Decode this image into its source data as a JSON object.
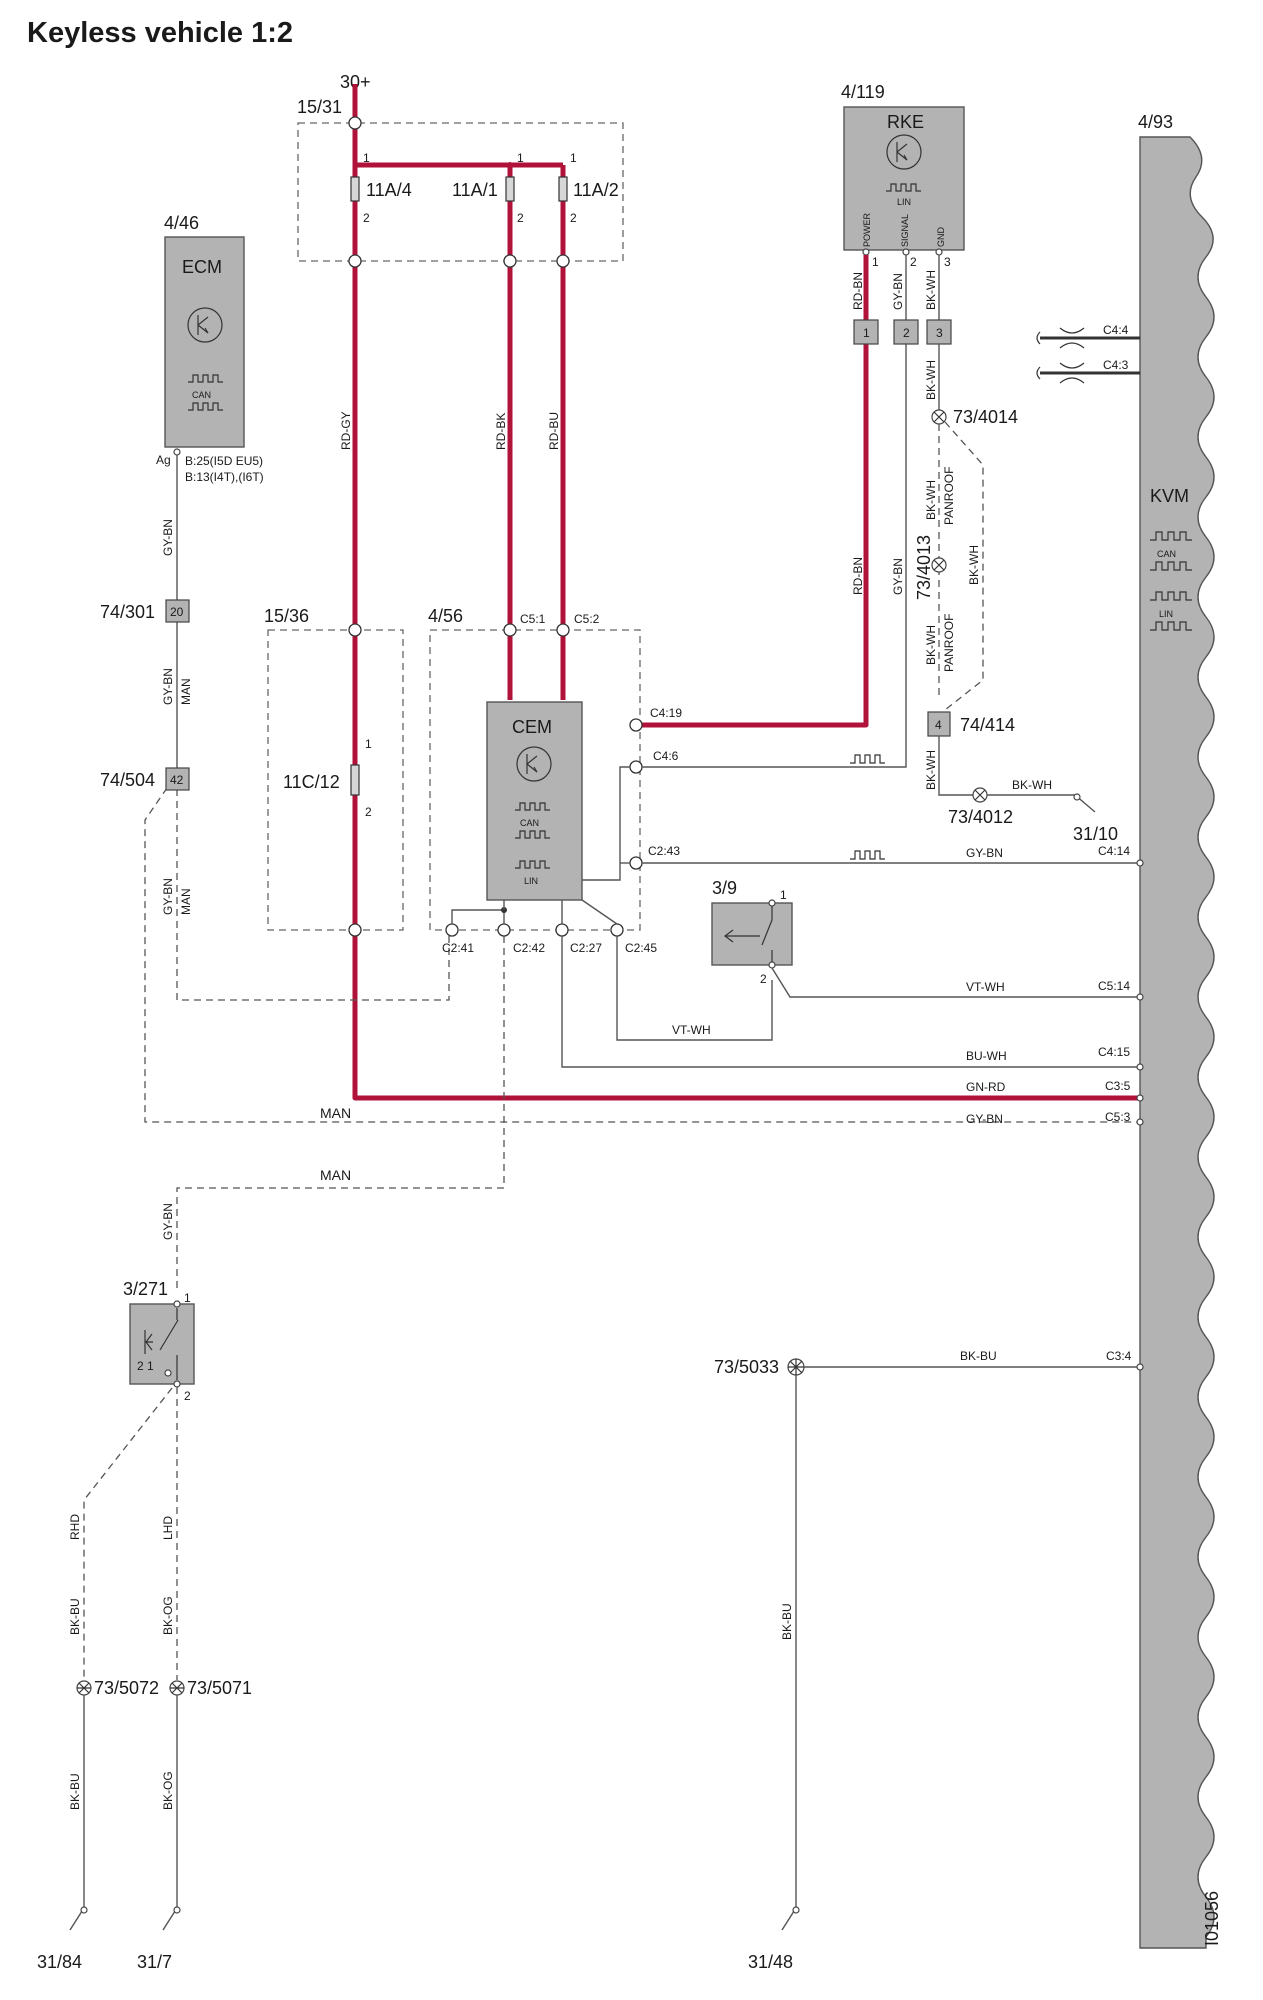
{
  "title": "Keyless vehicle 1:2",
  "figure_id": "I01056",
  "supply": "30+",
  "fuse_box_15_31": {
    "id": "15/31",
    "fuses": [
      "11A/4",
      "11A/1",
      "11A/2"
    ]
  },
  "fuse_box_15_36": {
    "id": "15/36",
    "fuse": "11C/12"
  },
  "ecm": {
    "id": "4/46",
    "name": "ECM",
    "bus": "CAN",
    "pin": "Ag",
    "pin_notes": [
      "B:25(I5D EU5)",
      "B:13(I4T),(I6T)"
    ]
  },
  "rke": {
    "id": "4/119",
    "name": "RKE",
    "bus": "LIN",
    "pins": [
      "POWER",
      "SIGNAL",
      "GND"
    ],
    "connector": [
      "1",
      "2",
      "3"
    ]
  },
  "kvm": {
    "id": "4/93",
    "name": "KVM",
    "buses": [
      "CAN",
      "LIN"
    ]
  },
  "cem": {
    "id": "4/56",
    "name": "CEM",
    "buses": [
      "CAN",
      "LIN"
    ],
    "top_pins": [
      "C5:1",
      "C5:2"
    ],
    "side_pins": [
      "C4:19",
      "C4:6",
      "C2:43"
    ],
    "bottom_pins": [
      "C2:41",
      "C2:42",
      "C2:27",
      "C2:45"
    ]
  },
  "switch_3_9": {
    "id": "3/9"
  },
  "switch_3_271": {
    "id": "3/271"
  },
  "connectors": {
    "c_74_301": {
      "id": "74/301",
      "pin": "20"
    },
    "c_74_504": {
      "id": "74/504",
      "pin": "42"
    },
    "c_74_414": {
      "id": "74/414",
      "pin": "4"
    }
  },
  "splices": [
    "73/4014",
    "73/4013",
    "73/4012",
    "73/5033",
    "73/5072",
    "73/5071"
  ],
  "grounds": [
    "31/10",
    "31/84",
    "31/7",
    "31/48"
  ],
  "kvm_pins": [
    "C4:4",
    "C4:3",
    "C4:14",
    "C5:14",
    "C4:15",
    "C3:5",
    "C5:3",
    "C3:4"
  ],
  "wires": {
    "rd_gy": "RD-GY",
    "rd_bk": "RD-BK",
    "rd_bu": "RD-BU",
    "rd_bn": "RD-BN",
    "gy_bn": "GY-BN",
    "bk_wh": "BK-WH",
    "vt_wh": "VT-WH",
    "bu_wh": "BU-WH",
    "gn_rd": "GN-RD",
    "bk_bu": "BK-BU",
    "bk_og": "BK-OG"
  },
  "notes": {
    "man": "MAN",
    "panroof": "PANROOF",
    "rhd": "RHD",
    "lhd": "LHD"
  },
  "colors": {
    "power_wire": "#b0123a",
    "module_fill": "#b3b3b3"
  }
}
